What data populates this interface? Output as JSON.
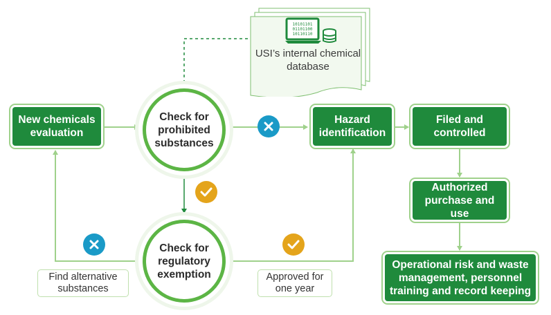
{
  "colors": {
    "box_green": "#1f8a3c",
    "ring_green": "#5cb545",
    "connector": "#9fd18b",
    "reject_blue": "#1a9ac7",
    "approve_gold": "#e4a41b"
  },
  "database": {
    "text": "USI’s internal chemical database",
    "icon": "laptop-database-icon",
    "screen_code": "10101101\n01101100\n10110110"
  },
  "nodes": {
    "new_chemicals": "New chemicals evaluation",
    "check_prohibited": "Check for prohibited substances",
    "check_exemption": "Check for regulatory exemption",
    "hazard": "Hazard identification",
    "filed": "Filed and controlled",
    "authorized": "Authorized purchase and use",
    "operational": "Operational risk and waste management, personnel training and record keeping"
  },
  "labels": {
    "find_alternative": "Find alternative substances",
    "approved": "Approved for one year"
  },
  "badges": {
    "reject_icon": "cross-icon",
    "approve_icon": "check-icon"
  }
}
